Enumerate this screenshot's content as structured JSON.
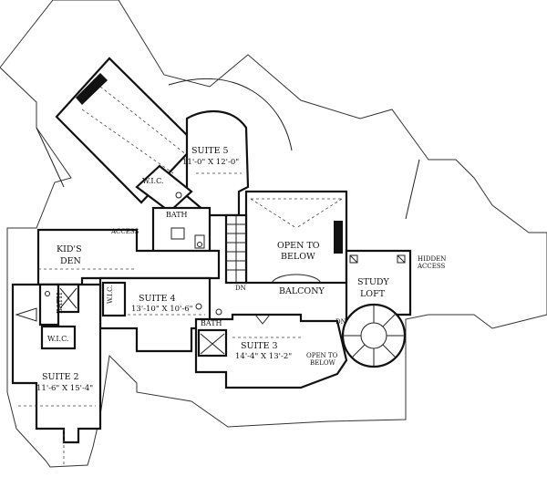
{
  "rooms": {
    "suite5": {
      "name": "SUITE 5",
      "dims": "11'-0\" X 12'-0\""
    },
    "suite4": {
      "name": "SUITE 4",
      "dims": "13'-10\" X 10'-6\""
    },
    "suite3": {
      "name": "SUITE 3",
      "dims": "14'-4\" X 13'-2\""
    },
    "suite2": {
      "name": "SUITE 2",
      "dims": "11'-6\" X 15'-4\""
    },
    "kids_den": {
      "line1": "KID'S",
      "line2": "DEN"
    },
    "open_to_below_main": {
      "line1": "OPEN TO",
      "line2": "BELOW"
    },
    "open_to_below_small": {
      "line1": "OPEN TO",
      "line2": "BELOW"
    },
    "balcony": "BALCONY",
    "study_loft": {
      "line1": "STUDY",
      "line2": "LOFT"
    }
  },
  "labels": {
    "bath_upper": "BATH",
    "bath_middle": "BATH",
    "bath_left": "BATH",
    "wic_upper": "W.I.C.",
    "wic_suite4": "W.I.C.",
    "wic_suite2": "W.I.C.",
    "access": "ACCESS",
    "hidden_access_1": "HIDDEN",
    "hidden_access_2": "ACCESS",
    "dn_stair_left": "DN",
    "dn_stair_right": "DN"
  }
}
